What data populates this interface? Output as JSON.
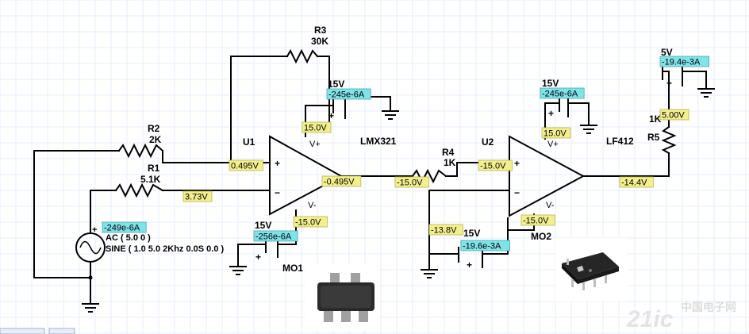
{
  "components": {
    "r3": {
      "name": "R3",
      "value": "30K"
    },
    "r2": {
      "name": "R2",
      "value": "2K"
    },
    "r1": {
      "name": "R1",
      "value": "5.1K"
    },
    "r4": {
      "name": "R4",
      "value": "1K"
    },
    "r5": {
      "name": "R5",
      "value": "1K"
    },
    "u1": {
      "name": "U1",
      "part": "LMX321",
      "vplus": "V+",
      "vminus": "V-"
    },
    "u2": {
      "name": "U2",
      "part": "LF412",
      "vplus": "V+",
      "vminus": "V-"
    },
    "v_u1_pos": {
      "value": "15V"
    },
    "v_u1_neg": {
      "value": "15V",
      "label": "MO1"
    },
    "v_u2_pos": {
      "value": "15V"
    },
    "v_u2_neg": {
      "value": "15V",
      "label": "MO2"
    },
    "v_r5": {
      "value": "5V"
    },
    "source": {
      "ac": "AC ( 5.0 0 )",
      "sine": "SINE ( 1.0 5.0 2Khz 0.0S 0.0 )",
      "plus": "+"
    }
  },
  "probes": {
    "u1_in_plus": "0.495V",
    "u1_in_minus": "3.73V",
    "u1_out": "-0.495V",
    "u1_vplus": "15.0V",
    "u1_vminus": "-15.0V",
    "u1_pos_current": "-245e-6A",
    "u1_neg_current": "-256e-6A",
    "src_current": "-249e-6A",
    "r4_left": "-15.0V",
    "u2_in_plus": "-15.0V",
    "u2_in_minus": "-13.8V",
    "u2_vplus": "15.0V",
    "u2_vminus": "-15.0V",
    "u2_out": "-14.4V",
    "u2_pos_current": "-245e-6A",
    "u2_neg_current": "-19.6e-3A",
    "r5_node": "5.00V",
    "r5_current": "-19.4e-3A"
  },
  "watermark": {
    "text": "21ic",
    "sub": "中国电子网"
  },
  "colors": {
    "wire": "#000000",
    "voltage_probe": "#f3ef8e",
    "current_probe": "#7fe3ea"
  }
}
